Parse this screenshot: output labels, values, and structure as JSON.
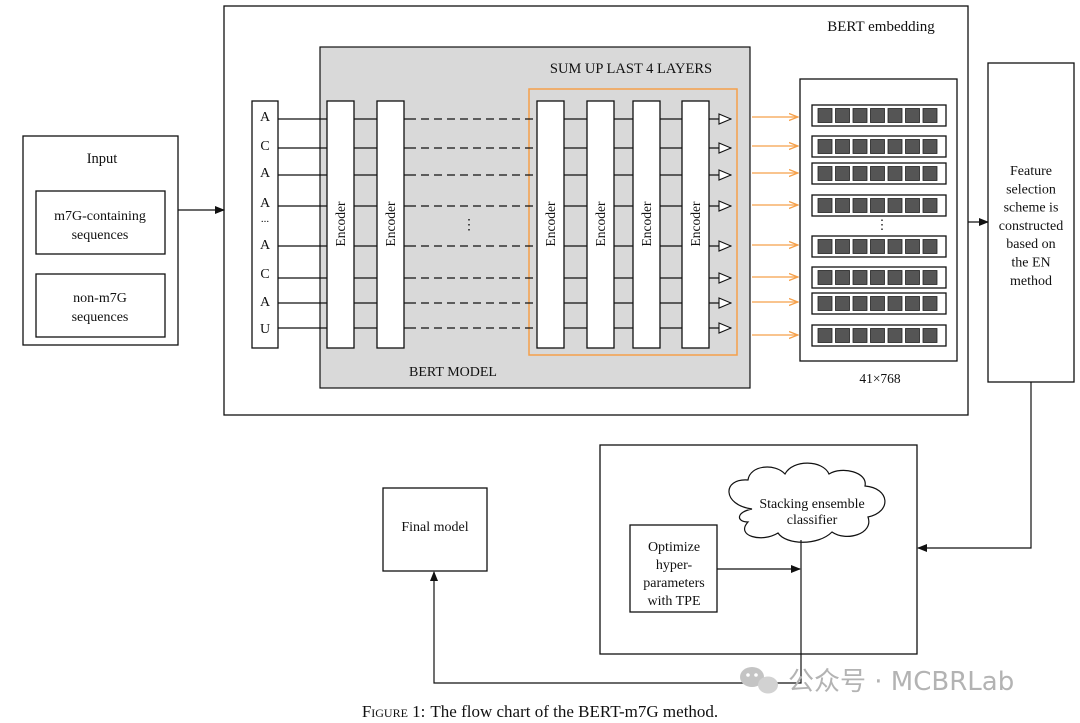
{
  "bert_embedding_label": "BERT embedding",
  "sum_label": "SUM UP LAST 4 LAYERS",
  "bert_model_label": "BERT MODEL",
  "input": {
    "title": "Input",
    "box1": [
      "m7G-containing",
      "sequences"
    ],
    "box2": [
      "non-m7G",
      "sequences"
    ]
  },
  "tokens": [
    "A",
    "C",
    "A",
    "A",
    "...",
    "A",
    "C",
    "A",
    "U"
  ],
  "encoder_label": "Encoder",
  "ellipsis_v": "⋮",
  "matrix_label": "41×768",
  "feature_text": [
    "Feature",
    "selection",
    "scheme is",
    "constructed",
    "based on",
    "the EN",
    "method"
  ],
  "cloud_text": [
    "Stacking ensemble",
    "classifier"
  ],
  "optimize_text": [
    "Optimize",
    "hyper-",
    "parameters",
    "with TPE"
  ],
  "final_model": "Final model",
  "watermark": "公众号 · MCBRLab",
  "caption": {
    "prefix": "Figure 1:",
    "text": "The flow chart of the BERT-m7G method."
  },
  "colors": {
    "accent_orange": "#f5a04a",
    "panel_gray": "#d9d9d9",
    "cell_gray": "#555555"
  }
}
